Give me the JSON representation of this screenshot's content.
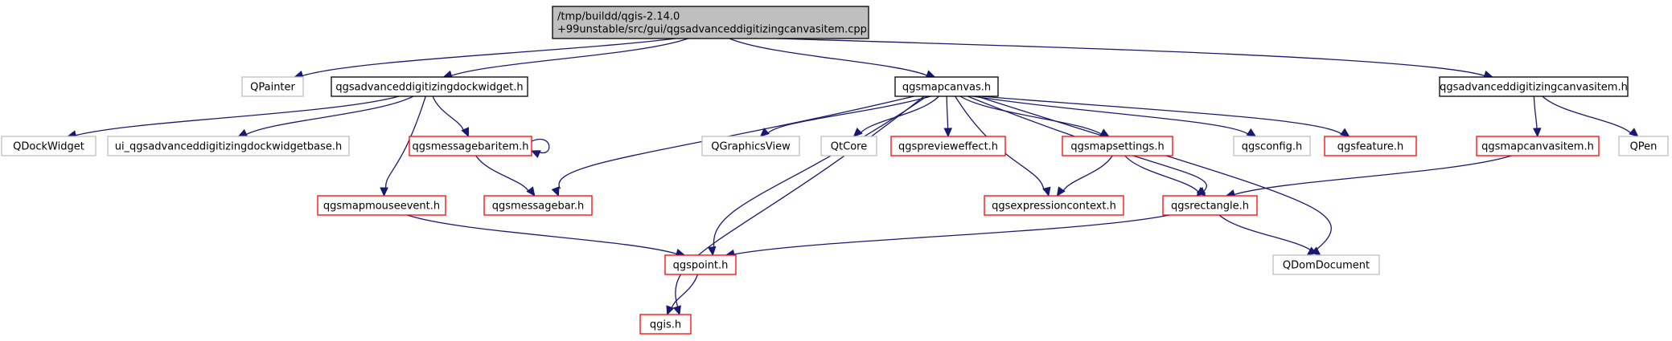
{
  "colors": {
    "edge": "#191970",
    "border_black": "#000000",
    "border_red": "#ff0000",
    "border_gray": "#bfbfbf",
    "fill_root": "#bfbfbf",
    "fill_default": "#ffffff"
  },
  "nodes": [
    {
      "id": "root",
      "style": "root",
      "lines": [
        "/tmp/buildd/qgis-2.14.0",
        "+99unstable/src/gui/qgsadvanceddigitizingcanvasitem.cpp"
      ]
    },
    {
      "id": "qpainter",
      "style": "gray",
      "lines": [
        "QPainter"
      ]
    },
    {
      "id": "dockwidget_h",
      "style": "black",
      "lines": [
        "qgsadvanceddigitizingdockwidget.h"
      ]
    },
    {
      "id": "mapcanvas_h",
      "style": "black",
      "lines": [
        "qgsmapcanvas.h"
      ]
    },
    {
      "id": "canvasitem_h",
      "style": "black",
      "lines": [
        "qgsadvanceddigitizingcanvasitem.h"
      ]
    },
    {
      "id": "qdockwidget",
      "style": "gray",
      "lines": [
        "QDockWidget"
      ]
    },
    {
      "id": "ui_dockbase",
      "style": "gray",
      "lines": [
        "ui_qgsadvanceddigitizingdockwidgetbase.h"
      ]
    },
    {
      "id": "msgbaritem",
      "style": "red",
      "lines": [
        "qgsmessagebaritem.h"
      ]
    },
    {
      "id": "qgraphicsview",
      "style": "gray",
      "lines": [
        "QGraphicsView"
      ]
    },
    {
      "id": "qtcore",
      "style": "gray",
      "lines": [
        "QtCore"
      ]
    },
    {
      "id": "previeweffect",
      "style": "red",
      "lines": [
        "qgspreviewеffect.h"
      ]
    },
    {
      "id": "mapsettings",
      "style": "red",
      "lines": [
        "qgsmapsettings.h"
      ]
    },
    {
      "id": "qgsconfig",
      "style": "gray",
      "lines": [
        "qgsconfig.h"
      ]
    },
    {
      "id": "qgsfeature",
      "style": "red",
      "lines": [
        "qgsfeature.h"
      ]
    },
    {
      "id": "mapcanvasitem",
      "style": "red",
      "lines": [
        "qgsmapcanvasitem.h"
      ]
    },
    {
      "id": "qpen",
      "style": "gray",
      "lines": [
        "QPen"
      ]
    },
    {
      "id": "mapmouseevent",
      "style": "red",
      "lines": [
        "qgsmapmouseevent.h"
      ]
    },
    {
      "id": "msgbar",
      "style": "red",
      "lines": [
        "qgsmessagebar.h"
      ]
    },
    {
      "id": "exprcontext",
      "style": "red",
      "lines": [
        "qgsexpressioncontext.h"
      ]
    },
    {
      "id": "rectangle",
      "style": "red",
      "lines": [
        "qgsrectangle.h"
      ]
    },
    {
      "id": "qgspoint",
      "style": "red",
      "lines": [
        "qgspoint.h"
      ]
    },
    {
      "id": "qdomdocument",
      "style": "gray",
      "lines": [
        "QDomDocument"
      ]
    },
    {
      "id": "qgis",
      "style": "red",
      "lines": [
        "qgis.h"
      ]
    }
  ],
  "edges": [
    [
      "root",
      "qpainter"
    ],
    [
      "root",
      "dockwidget_h"
    ],
    [
      "root",
      "mapcanvas_h"
    ],
    [
      "root",
      "canvasitem_h"
    ],
    [
      "dockwidget_h",
      "qdockwidget"
    ],
    [
      "dockwidget_h",
      "ui_dockbase"
    ],
    [
      "dockwidget_h",
      "msgbaritem"
    ],
    [
      "dockwidget_h",
      "mapmouseevent"
    ],
    [
      "msgbaritem",
      "msgbaritem"
    ],
    [
      "msgbaritem",
      "msgbar"
    ],
    [
      "mapcanvas_h",
      "msgbar"
    ],
    [
      "mapcanvas_h",
      "qgis"
    ],
    [
      "mapcanvas_h",
      "qgspoint"
    ],
    [
      "mapcanvas_h",
      "qgraphicsview"
    ],
    [
      "mapcanvas_h",
      "qtcore"
    ],
    [
      "mapcanvas_h",
      "previeweffect"
    ],
    [
      "mapcanvas_h",
      "exprcontext"
    ],
    [
      "mapcanvas_h",
      "mapsettings"
    ],
    [
      "mapcanvas_h",
      "rectangle"
    ],
    [
      "mapcanvas_h",
      "qgsconfig"
    ],
    [
      "mapcanvas_h",
      "qgsfeature"
    ],
    [
      "mapcanvas_h",
      "qdomdocument"
    ],
    [
      "mapsettings",
      "exprcontext"
    ],
    [
      "mapsettings",
      "rectangle"
    ],
    [
      "canvasitem_h",
      "mapcanvasitem"
    ],
    [
      "canvasitem_h",
      "qpen"
    ],
    [
      "mapcanvasitem",
      "rectangle"
    ],
    [
      "mapmouseevent",
      "qgspoint"
    ],
    [
      "rectangle",
      "qgspoint"
    ],
    [
      "rectangle",
      "qdomdocument"
    ],
    [
      "qgspoint",
      "qgis"
    ]
  ]
}
